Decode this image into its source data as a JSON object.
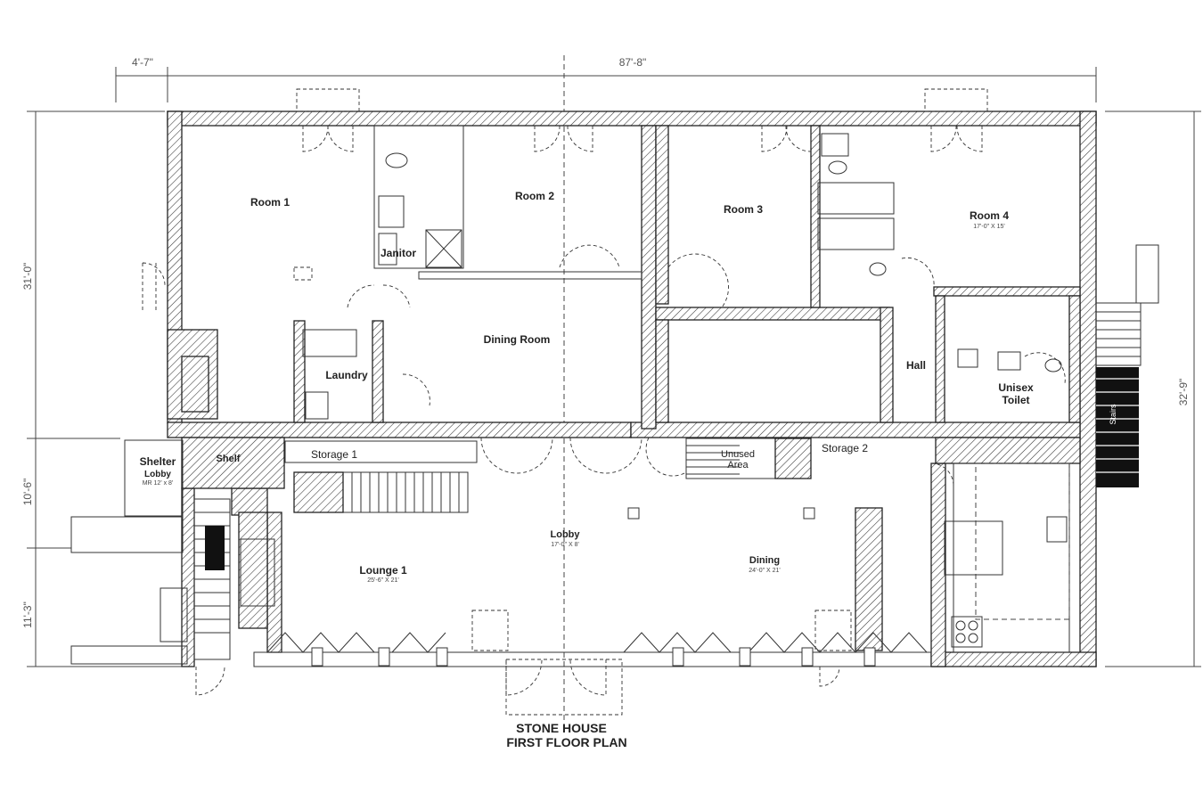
{
  "dimensions": {
    "top_left": "4'-7\"",
    "top_overall": "87'-8\"",
    "left_upper": "31'-0\"",
    "left_middle": "10'-6\"",
    "left_lower": "11'-3\"",
    "right_overall": "32'-9\""
  },
  "rooms": {
    "room1": "Room 1",
    "room2": "Room 2",
    "room3": "Room 3",
    "room4": "Room 4",
    "room4_size": "17'-0\" X 15'",
    "janitor": "Janitor",
    "dining_room": "Dining Room",
    "laundry": "Laundry",
    "hall": "Hall",
    "unisex_toilet_line1": "Unisex",
    "unisex_toilet_line2": "Toilet",
    "stairs": "Stairs",
    "shelter_line1": "Shelter",
    "shelter_line2": "Lobby",
    "shelter_size": "MR 12' x 8'",
    "shelf": "Shelf",
    "storage1": "Storage 1",
    "unused_area_line1": "Unused",
    "unused_area_line2": "Area",
    "storage2": "Storage 2",
    "lobby": "Lobby",
    "lobby_size": "17'-0\" X 8'",
    "lounge1": "Lounge 1",
    "lounge1_size": "25'-6\" X 21'",
    "dining": "Dining",
    "dining_size": "24'-0\" X 21'"
  },
  "title": {
    "line1": "STONE HOUSE",
    "line2": "FIRST FLOOR PLAN"
  }
}
